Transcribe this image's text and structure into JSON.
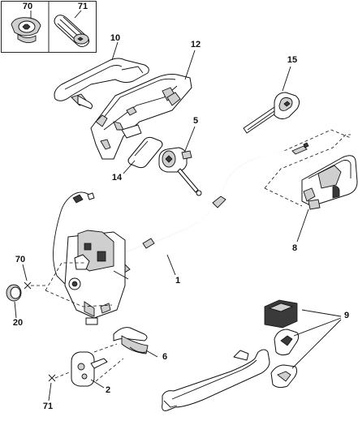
{
  "callouts": {
    "c70_top": "70",
    "c71_top": "71",
    "c10": "10",
    "c12": "12",
    "c15": "15",
    "c5": "5",
    "c14": "14",
    "c8": "8",
    "c1": "1",
    "c70": "70",
    "c20": "20",
    "c6": "6",
    "c9": "9",
    "c2": "2",
    "c71": "71"
  }
}
